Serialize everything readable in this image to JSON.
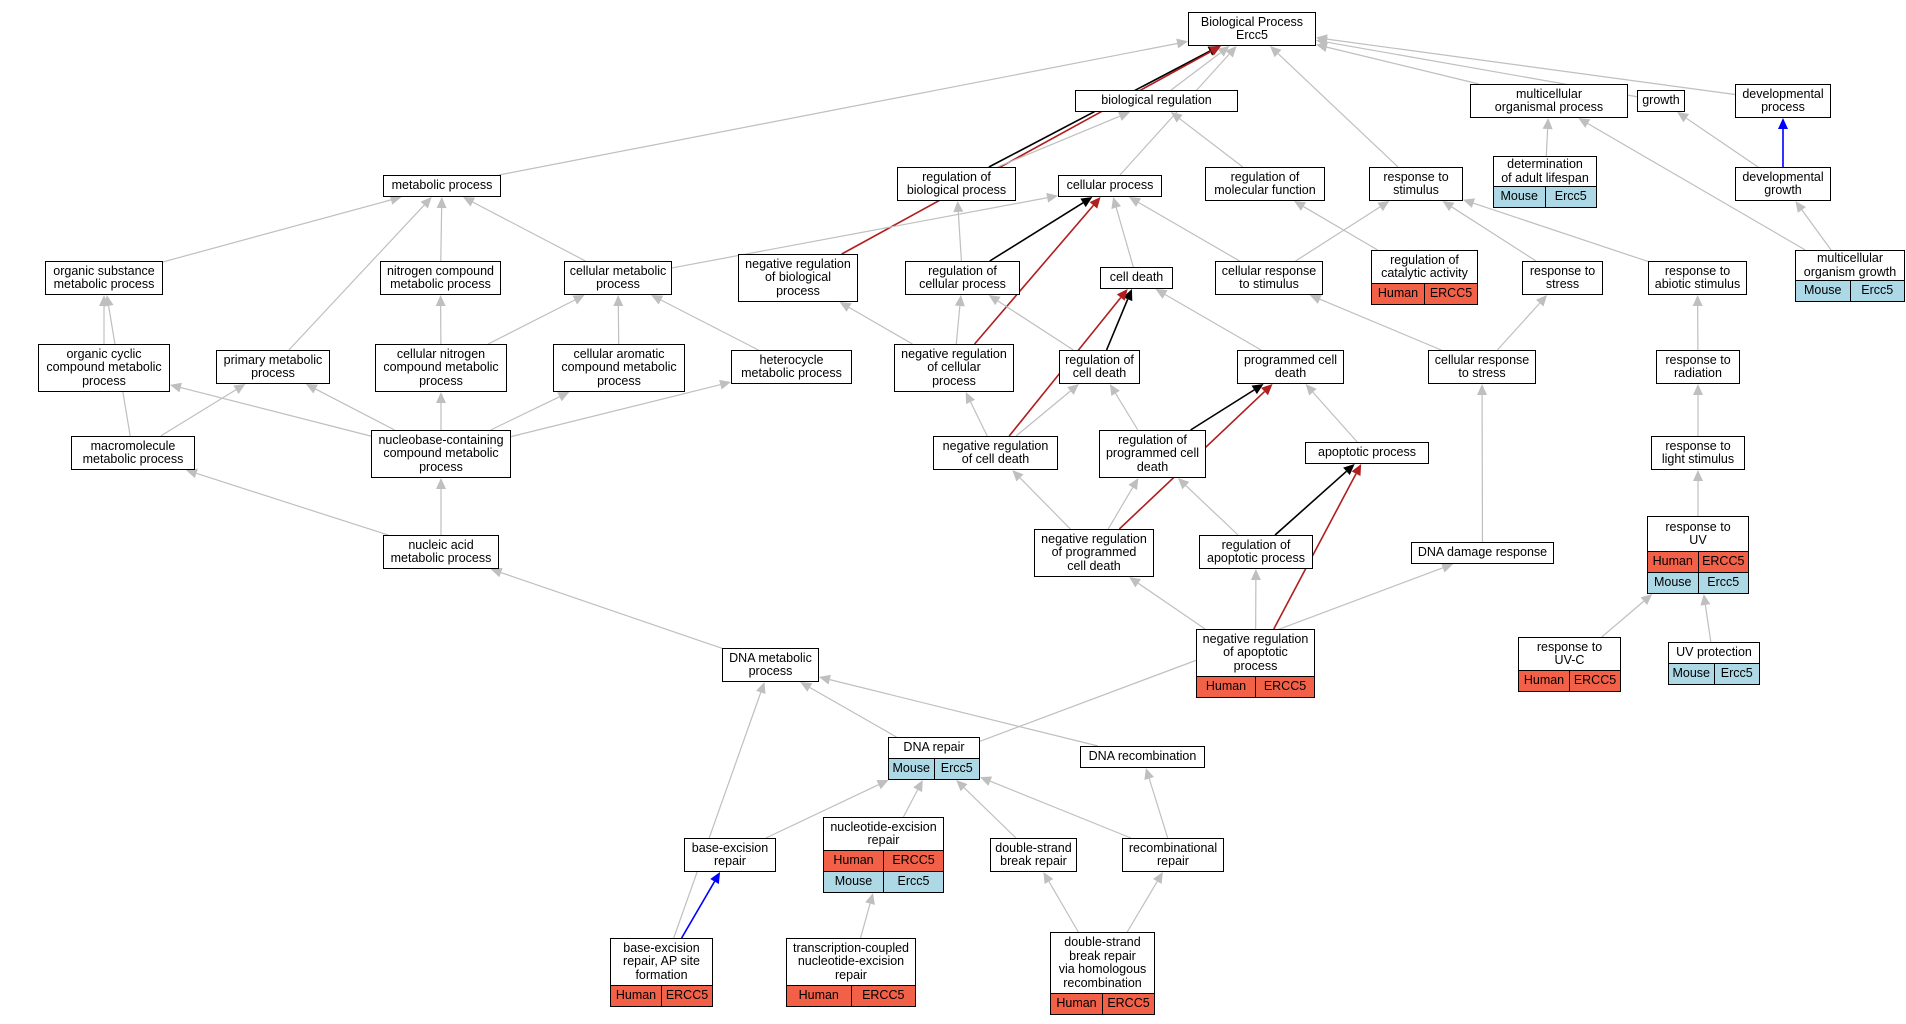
{
  "colors": {
    "grey": "#bfbfbf",
    "black": "#000000",
    "red": "#b01e1e",
    "blue": "#0000ff",
    "human": "#f26048",
    "mouse": "#add8e6"
  },
  "nodes": {
    "bp": {
      "label": "Biological Process\nErcc5"
    },
    "bioreg": {
      "label": "biological regulation"
    },
    "multiorg": {
      "label": "multicellular\norganismal process"
    },
    "growth": {
      "label": "growth"
    },
    "devproc": {
      "label": "developmental\nprocess"
    },
    "metab": {
      "label": "metabolic process"
    },
    "regbio": {
      "label": "regulation of\nbiological process"
    },
    "cellproc": {
      "label": "cellular process"
    },
    "regmol": {
      "label": "regulation of\nmolecular function"
    },
    "respstim": {
      "label": "response to\nstimulus"
    },
    "detlife": {
      "label": "determination\nof adult lifespan",
      "rows": [
        {
          "sp": "Mouse",
          "gene": "Ercc5"
        }
      ]
    },
    "devgrowth": {
      "label": "developmental\ngrowth"
    },
    "orgsub": {
      "label": "organic substance\nmetabolic process"
    },
    "nitro": {
      "label": "nitrogen compound\nmetabolic process"
    },
    "cellmet": {
      "label": "cellular metabolic\nprocess"
    },
    "negregbio": {
      "label": "negative regulation\nof biological\nprocess"
    },
    "regcell": {
      "label": "regulation of\ncellular process"
    },
    "celldeath": {
      "label": "cell death"
    },
    "cellresp": {
      "label": "cellular response\nto stimulus"
    },
    "regcat": {
      "label": "regulation of\ncatalytic activity",
      "rows": [
        {
          "sp": "Human",
          "gene": "ERCC5"
        }
      ]
    },
    "respstress": {
      "label": "response to\nstress"
    },
    "respabio": {
      "label": "response to\nabiotic stimulus"
    },
    "multigrowth": {
      "label": "multicellular\norganism growth",
      "rows": [
        {
          "sp": "Mouse",
          "gene": "Ercc5"
        }
      ]
    },
    "orgcyc": {
      "label": "organic cyclic\ncompound metabolic\nprocess"
    },
    "primary": {
      "label": "primary metabolic\nprocess"
    },
    "cellnitro": {
      "label": "cellular nitrogen\ncompound metabolic\nprocess"
    },
    "cellarom": {
      "label": "cellular aromatic\ncompound metabolic\nprocess"
    },
    "hetero": {
      "label": "heterocycle\nmetabolic process"
    },
    "negregcell": {
      "label": "negative regulation\nof cellular\nprocess"
    },
    "regcd": {
      "label": "regulation of\ncell death"
    },
    "pcd": {
      "label": "programmed cell\ndeath"
    },
    "cellrespstress": {
      "label": "cellular response\nto stress"
    },
    "resprad": {
      "label": "response to\nradiation"
    },
    "macro": {
      "label": "macromolecule\nmetabolic process"
    },
    "nucleo": {
      "label": "nucleobase-containing\ncompound metabolic\nprocess"
    },
    "negregcd": {
      "label": "negative regulation\nof cell death"
    },
    "regpcd": {
      "label": "regulation of\nprogrammed cell\ndeath"
    },
    "apop": {
      "label": "apoptotic process"
    },
    "resplight": {
      "label": "response to\nlight stimulus"
    },
    "respuv": {
      "label": "response to\nUV",
      "rows": [
        {
          "sp": "Human",
          "gene": "ERCC5"
        },
        {
          "sp": "Mouse",
          "gene": "Ercc5"
        }
      ]
    },
    "nucacid": {
      "label": "nucleic acid\nmetabolic process"
    },
    "negregpcd": {
      "label": "negative regulation\nof programmed\ncell death"
    },
    "regapop": {
      "label": "regulation of\napoptotic process"
    },
    "dnadmg": {
      "label": "DNA damage response"
    },
    "negregapop": {
      "label": "negative regulation\nof apoptotic\nprocess",
      "rows": [
        {
          "sp": "Human",
          "gene": "ERCC5"
        }
      ]
    },
    "respuvc": {
      "label": "response to\nUV-C",
      "rows": [
        {
          "sp": "Human",
          "gene": "ERCC5"
        }
      ]
    },
    "uvprot": {
      "label": "UV protection",
      "rows": [
        {
          "sp": "Mouse",
          "gene": "Ercc5"
        }
      ]
    },
    "dnamet": {
      "label": "DNA metabolic\nprocess"
    },
    "dnarep": {
      "label": "DNA repair",
      "rows": [
        {
          "sp": "Mouse",
          "gene": "Ercc5"
        }
      ]
    },
    "dnarecomb": {
      "label": "DNA recombination"
    },
    "ber": {
      "label": "base-excision\nrepair"
    },
    "ner": {
      "label": "nucleotide-excision\nrepair",
      "rows": [
        {
          "sp": "Human",
          "gene": "ERCC5"
        },
        {
          "sp": "Mouse",
          "gene": "Ercc5"
        }
      ]
    },
    "dsb": {
      "label": "double-strand\nbreak repair"
    },
    "recombrep": {
      "label": "recombinational\nrepair"
    },
    "berap": {
      "label": "base-excision\nrepair, AP site\nformation",
      "rows": [
        {
          "sp": "Human",
          "gene": "ERCC5"
        }
      ]
    },
    "tcner": {
      "label": "transcription-coupled\nnucleotide-excision\nrepair",
      "rows": [
        {
          "sp": "Human",
          "gene": "ERCC5"
        }
      ]
    },
    "dsbhr": {
      "label": "double-strand\nbreak repair\nvia homologous\nrecombination",
      "rows": [
        {
          "sp": "Human",
          "gene": "ERCC5"
        }
      ]
    }
  },
  "edges": [
    {
      "from": "bioreg",
      "to": "bp",
      "color": "grey"
    },
    {
      "from": "multiorg",
      "to": "bp",
      "color": "grey"
    },
    {
      "from": "growth",
      "to": "bp",
      "color": "grey"
    },
    {
      "from": "devproc",
      "to": "bp",
      "color": "grey"
    },
    {
      "from": "metab",
      "to": "bp",
      "color": "grey"
    },
    {
      "from": "regbio",
      "to": "bp",
      "color": "black"
    },
    {
      "from": "cellproc",
      "to": "bp",
      "color": "grey"
    },
    {
      "from": "respstim",
      "to": "bp",
      "color": "grey"
    },
    {
      "from": "negregbio",
      "to": "bp",
      "color": "red"
    },
    {
      "from": "regbio",
      "to": "bioreg",
      "color": "grey"
    },
    {
      "from": "regmol",
      "to": "bioreg",
      "color": "grey"
    },
    {
      "from": "detlife",
      "to": "multiorg",
      "color": "grey"
    },
    {
      "from": "multigrowth",
      "to": "multiorg",
      "color": "grey"
    },
    {
      "from": "devgrowth",
      "to": "growth",
      "color": "grey"
    },
    {
      "from": "devgrowth",
      "to": "devproc",
      "color": "blue"
    },
    {
      "from": "multigrowth",
      "to": "devgrowth",
      "color": "grey"
    },
    {
      "from": "orgsub",
      "to": "metab",
      "color": "grey"
    },
    {
      "from": "nitro",
      "to": "metab",
      "color": "grey"
    },
    {
      "from": "cellmet",
      "to": "metab",
      "color": "grey"
    },
    {
      "from": "primary",
      "to": "metab",
      "color": "grey"
    },
    {
      "from": "cellmet",
      "to": "cellproc",
      "color": "grey"
    },
    {
      "from": "regcell",
      "to": "cellproc",
      "color": "black"
    },
    {
      "from": "celldeath",
      "to": "cellproc",
      "color": "grey"
    },
    {
      "from": "cellresp",
      "to": "cellproc",
      "color": "grey"
    },
    {
      "from": "negregcell",
      "to": "cellproc",
      "color": "red"
    },
    {
      "from": "regcat",
      "to": "regmol",
      "color": "grey"
    },
    {
      "from": "cellresp",
      "to": "respstim",
      "color": "grey"
    },
    {
      "from": "respstress",
      "to": "respstim",
      "color": "grey"
    },
    {
      "from": "respabio",
      "to": "respstim",
      "color": "grey"
    },
    {
      "from": "negregcell",
      "to": "negregbio",
      "color": "grey"
    },
    {
      "from": "regcell",
      "to": "regbio",
      "color": "grey"
    },
    {
      "from": "negregcell",
      "to": "regcell",
      "color": "grey"
    },
    {
      "from": "regcd",
      "to": "regcell",
      "color": "grey"
    },
    {
      "from": "regcd",
      "to": "celldeath",
      "color": "black"
    },
    {
      "from": "pcd",
      "to": "celldeath",
      "color": "grey"
    },
    {
      "from": "negregcd",
      "to": "celldeath",
      "color": "red"
    },
    {
      "from": "cellrespstress",
      "to": "cellresp",
      "color": "grey"
    },
    {
      "from": "cellrespstress",
      "to": "respstress",
      "color": "grey"
    },
    {
      "from": "resprad",
      "to": "respabio",
      "color": "grey"
    },
    {
      "from": "resplight",
      "to": "resprad",
      "color": "grey"
    },
    {
      "from": "respuv",
      "to": "resplight",
      "color": "grey"
    },
    {
      "from": "respuvc",
      "to": "respuv",
      "color": "grey"
    },
    {
      "from": "uvprot",
      "to": "respuv",
      "color": "grey"
    },
    {
      "from": "orgcyc",
      "to": "orgsub",
      "color": "grey"
    },
    {
      "from": "macro",
      "to": "orgsub",
      "color": "grey"
    },
    {
      "from": "cellnitro",
      "to": "nitro",
      "color": "grey"
    },
    {
      "from": "cellnitro",
      "to": "cellmet",
      "color": "grey"
    },
    {
      "from": "cellarom",
      "to": "cellmet",
      "color": "grey"
    },
    {
      "from": "hetero",
      "to": "cellmet",
      "color": "grey"
    },
    {
      "from": "macro",
      "to": "primary",
      "color": "grey"
    },
    {
      "from": "nucleo",
      "to": "orgcyc",
      "color": "grey"
    },
    {
      "from": "nucleo",
      "to": "primary",
      "color": "grey"
    },
    {
      "from": "nucleo",
      "to": "cellnitro",
      "color": "grey"
    },
    {
      "from": "nucleo",
      "to": "cellarom",
      "color": "grey"
    },
    {
      "from": "nucleo",
      "to": "hetero",
      "color": "grey"
    },
    {
      "from": "nucacid",
      "to": "nucleo",
      "color": "grey"
    },
    {
      "from": "nucacid",
      "to": "macro",
      "color": "grey"
    },
    {
      "from": "negregcd",
      "to": "negregcell",
      "color": "grey"
    },
    {
      "from": "negregcd",
      "to": "regcd",
      "color": "grey"
    },
    {
      "from": "regpcd",
      "to": "regcd",
      "color": "grey"
    },
    {
      "from": "regpcd",
      "to": "pcd",
      "color": "black"
    },
    {
      "from": "apop",
      "to": "pcd",
      "color": "grey"
    },
    {
      "from": "negregpcd",
      "to": "pcd",
      "color": "red"
    },
    {
      "from": "negregpcd",
      "to": "negregcd",
      "color": "grey"
    },
    {
      "from": "negregpcd",
      "to": "regpcd",
      "color": "grey"
    },
    {
      "from": "regapop",
      "to": "regpcd",
      "color": "grey"
    },
    {
      "from": "regapop",
      "to": "apop",
      "color": "black"
    },
    {
      "from": "negregapop",
      "to": "apop",
      "color": "red"
    },
    {
      "from": "negregapop",
      "to": "regapop",
      "color": "grey"
    },
    {
      "from": "negregapop",
      "to": "negregpcd",
      "color": "grey"
    },
    {
      "from": "dnadmg",
      "to": "cellrespstress",
      "color": "grey"
    },
    {
      "from": "dnamet",
      "to": "nucacid",
      "color": "grey"
    },
    {
      "from": "dnarep",
      "to": "dnamet",
      "color": "grey"
    },
    {
      "from": "dnarecomb",
      "to": "dnamet",
      "color": "grey"
    },
    {
      "from": "dnarep",
      "to": "dnadmg",
      "color": "grey"
    },
    {
      "from": "ber",
      "to": "dnarep",
      "color": "grey"
    },
    {
      "from": "ner",
      "to": "dnarep",
      "color": "grey"
    },
    {
      "from": "dsb",
      "to": "dnarep",
      "color": "grey"
    },
    {
      "from": "recombrep",
      "to": "dnarep",
      "color": "grey"
    },
    {
      "from": "recombrep",
      "to": "dnarecomb",
      "color": "grey"
    },
    {
      "from": "berap",
      "to": "ber",
      "color": "blue"
    },
    {
      "from": "berap",
      "to": "dnamet",
      "color": "grey"
    },
    {
      "from": "tcner",
      "to": "ner",
      "color": "grey"
    },
    {
      "from": "dsbhr",
      "to": "dsb",
      "color": "grey"
    },
    {
      "from": "dsbhr",
      "to": "recombrep",
      "color": "grey"
    }
  ]
}
